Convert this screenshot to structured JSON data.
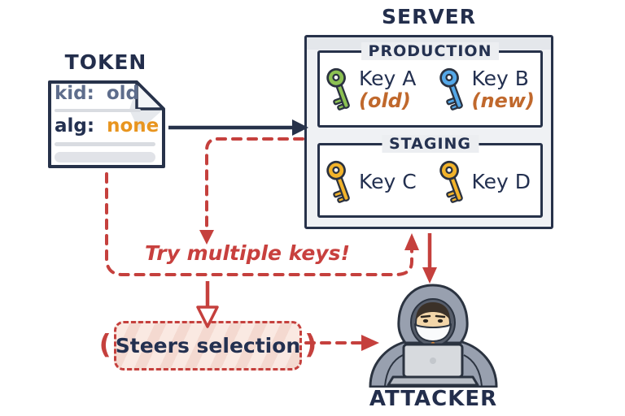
{
  "token": {
    "title": "TOKEN",
    "fields": [
      {
        "key": "kid:",
        "value": "old"
      },
      {
        "key": "alg:",
        "value": "none"
      }
    ]
  },
  "server": {
    "title": "SERVER",
    "sections": [
      {
        "label": "PRODUCTION",
        "keys": [
          {
            "name": "Key A",
            "note": "(old)",
            "color": "#8cc152"
          },
          {
            "name": "Key B",
            "note": "(new)",
            "color": "#55a8e8"
          }
        ]
      },
      {
        "label": "STAGING",
        "keys": [
          {
            "name": "Key C",
            "note": "",
            "color": "#f2b32a"
          },
          {
            "name": "Key D",
            "note": "",
            "color": "#f2b32a"
          }
        ]
      }
    ]
  },
  "annotations": {
    "try_keys": "Try multiple keys!",
    "steers": {
      "open_paren": "(",
      "label": "Steers selection",
      "close_paren": ")"
    }
  },
  "attacker": {
    "label": "ATTACKER"
  },
  "colors": {
    "navy": "#27324a",
    "red": "#c5403d",
    "orange": "#e8951f",
    "slate": "#5e6d8c",
    "note_orange": "#c0682c",
    "key_green": "#8cc152",
    "key_blue": "#55a8e8",
    "key_gold": "#f2b32a"
  }
}
